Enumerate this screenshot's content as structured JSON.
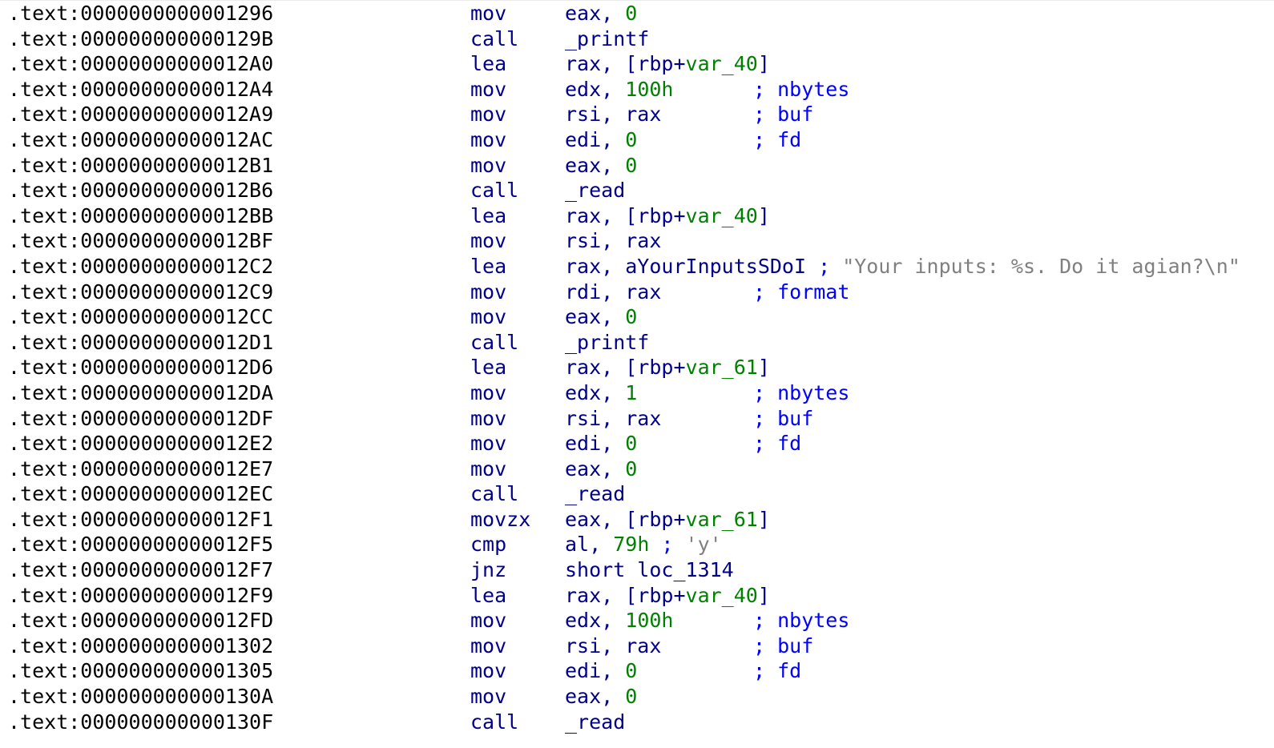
{
  "listing": {
    "lines": [
      {
        "address": ".text:0000000000001296",
        "mnemonic": "mov",
        "operands": [
          {
            "t": "reg",
            "v": "eax, "
          },
          {
            "t": "num",
            "v": "0"
          }
        ],
        "comment": ""
      },
      {
        "address": ".text:000000000000129B",
        "mnemonic": "call",
        "operands": [
          {
            "t": "sym",
            "v": "_printf"
          }
        ],
        "comment": ""
      },
      {
        "address": ".text:00000000000012A0",
        "mnemonic": "lea",
        "operands": [
          {
            "t": "reg",
            "v": "rax, [rbp+"
          },
          {
            "t": "var",
            "v": "var_40"
          },
          {
            "t": "reg",
            "v": "]"
          }
        ],
        "comment": ""
      },
      {
        "address": ".text:00000000000012A4",
        "mnemonic": "mov",
        "operands": [
          {
            "t": "reg",
            "v": "edx, "
          },
          {
            "t": "num",
            "v": "100h"
          }
        ],
        "comment": "; nbytes"
      },
      {
        "address": ".text:00000000000012A9",
        "mnemonic": "mov",
        "operands": [
          {
            "t": "reg",
            "v": "rsi, rax"
          }
        ],
        "comment": "; buf"
      },
      {
        "address": ".text:00000000000012AC",
        "mnemonic": "mov",
        "operands": [
          {
            "t": "reg",
            "v": "edi, "
          },
          {
            "t": "num",
            "v": "0"
          }
        ],
        "comment": "; fd"
      },
      {
        "address": ".text:00000000000012B1",
        "mnemonic": "mov",
        "operands": [
          {
            "t": "reg",
            "v": "eax, "
          },
          {
            "t": "num",
            "v": "0"
          }
        ],
        "comment": ""
      },
      {
        "address": ".text:00000000000012B6",
        "mnemonic": "call",
        "operands": [
          {
            "t": "sym",
            "v": "_read"
          }
        ],
        "comment": ""
      },
      {
        "address": ".text:00000000000012BB",
        "mnemonic": "lea",
        "operands": [
          {
            "t": "reg",
            "v": "rax, [rbp+"
          },
          {
            "t": "var",
            "v": "var_40"
          },
          {
            "t": "reg",
            "v": "]"
          }
        ],
        "comment": ""
      },
      {
        "address": ".text:00000000000012BF",
        "mnemonic": "mov",
        "operands": [
          {
            "t": "reg",
            "v": "rsi, rax"
          }
        ],
        "comment": ""
      },
      {
        "address": ".text:00000000000012C2",
        "mnemonic": "lea",
        "operands": [
          {
            "t": "reg",
            "v": "rax, aYourInputsSDoI "
          },
          {
            "t": "cmt-inline",
            "v": "; "
          },
          {
            "t": "cmt-str",
            "v": "\"Your inputs: %s. Do it agian?\\n\""
          }
        ],
        "comment": ""
      },
      {
        "address": ".text:00000000000012C9",
        "mnemonic": "mov",
        "operands": [
          {
            "t": "reg",
            "v": "rdi, rax"
          }
        ],
        "comment": "; format"
      },
      {
        "address": ".text:00000000000012CC",
        "mnemonic": "mov",
        "operands": [
          {
            "t": "reg",
            "v": "eax, "
          },
          {
            "t": "num",
            "v": "0"
          }
        ],
        "comment": ""
      },
      {
        "address": ".text:00000000000012D1",
        "mnemonic": "call",
        "operands": [
          {
            "t": "sym",
            "v": "_printf"
          }
        ],
        "comment": ""
      },
      {
        "address": ".text:00000000000012D6",
        "mnemonic": "lea",
        "operands": [
          {
            "t": "reg",
            "v": "rax, [rbp+"
          },
          {
            "t": "var",
            "v": "var_61"
          },
          {
            "t": "reg",
            "v": "]"
          }
        ],
        "comment": ""
      },
      {
        "address": ".text:00000000000012DA",
        "mnemonic": "mov",
        "operands": [
          {
            "t": "reg",
            "v": "edx, "
          },
          {
            "t": "num",
            "v": "1"
          }
        ],
        "comment": "; nbytes"
      },
      {
        "address": ".text:00000000000012DF",
        "mnemonic": "mov",
        "operands": [
          {
            "t": "reg",
            "v": "rsi, rax"
          }
        ],
        "comment": "; buf"
      },
      {
        "address": ".text:00000000000012E2",
        "mnemonic": "mov",
        "operands": [
          {
            "t": "reg",
            "v": "edi, "
          },
          {
            "t": "num",
            "v": "0"
          }
        ],
        "comment": "; fd"
      },
      {
        "address": ".text:00000000000012E7",
        "mnemonic": "mov",
        "operands": [
          {
            "t": "reg",
            "v": "eax, "
          },
          {
            "t": "num",
            "v": "0"
          }
        ],
        "comment": ""
      },
      {
        "address": ".text:00000000000012EC",
        "mnemonic": "call",
        "operands": [
          {
            "t": "sym",
            "v": "_read"
          }
        ],
        "comment": ""
      },
      {
        "address": ".text:00000000000012F1",
        "mnemonic": "movzx",
        "operands": [
          {
            "t": "reg",
            "v": "eax, [rbp+"
          },
          {
            "t": "var",
            "v": "var_61"
          },
          {
            "t": "reg",
            "v": "]"
          }
        ],
        "comment": ""
      },
      {
        "address": ".text:00000000000012F5",
        "mnemonic": "cmp",
        "operands": [
          {
            "t": "reg",
            "v": "al, "
          },
          {
            "t": "num",
            "v": "79h"
          },
          {
            "t": "cmt-inline",
            "v": " ; "
          },
          {
            "t": "cmt-str",
            "v": "'y'"
          }
        ],
        "comment": ""
      },
      {
        "address": ".text:00000000000012F7",
        "mnemonic": "jnz",
        "operands": [
          {
            "t": "sym",
            "v": "short loc_1314"
          }
        ],
        "comment": ""
      },
      {
        "address": ".text:00000000000012F9",
        "mnemonic": "lea",
        "operands": [
          {
            "t": "reg",
            "v": "rax, [rbp+"
          },
          {
            "t": "var",
            "v": "var_40"
          },
          {
            "t": "reg",
            "v": "]"
          }
        ],
        "comment": ""
      },
      {
        "address": ".text:00000000000012FD",
        "mnemonic": "mov",
        "operands": [
          {
            "t": "reg",
            "v": "edx, "
          },
          {
            "t": "num",
            "v": "100h"
          }
        ],
        "comment": "; nbytes"
      },
      {
        "address": ".text:0000000000001302",
        "mnemonic": "mov",
        "operands": [
          {
            "t": "reg",
            "v": "rsi, rax"
          }
        ],
        "comment": "; buf"
      },
      {
        "address": ".text:0000000000001305",
        "mnemonic": "mov",
        "operands": [
          {
            "t": "reg",
            "v": "edi, "
          },
          {
            "t": "num",
            "v": "0"
          }
        ],
        "comment": "; fd"
      },
      {
        "address": ".text:000000000000130A",
        "mnemonic": "mov",
        "operands": [
          {
            "t": "reg",
            "v": "eax, "
          },
          {
            "t": "num",
            "v": "0"
          }
        ],
        "comment": ""
      },
      {
        "address": ".text:000000000000130F",
        "mnemonic": "call",
        "operands": [
          {
            "t": "sym",
            "v": "_read"
          }
        ],
        "comment": ""
      }
    ]
  }
}
